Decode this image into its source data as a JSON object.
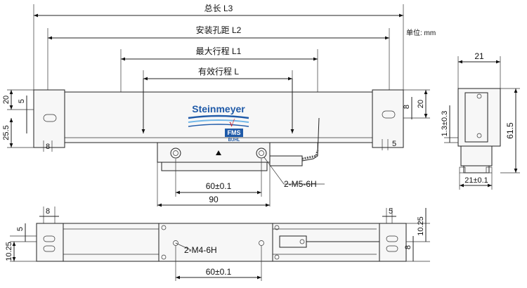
{
  "unit_label": "单位: mm",
  "top_view": {
    "dims": {
      "total_length": "总长 L3",
      "mount_hole_distance": "安装孔距 L2",
      "max_travel": "最大行程 L1",
      "effective_travel": "有效行程 L",
      "left_20": "20",
      "left_5": "5",
      "left_25_5": "25.5",
      "left_8": "8",
      "right_8": "8",
      "right_20": "20",
      "right_5": "5",
      "reader_60": "60±0.1",
      "reader_90": "90",
      "thread": "2-M5-6H"
    },
    "logo": {
      "brand": "Steinmeyer",
      "check": "√",
      "sub": "FMS",
      "tag": "BUHL"
    },
    "colors": {
      "brand_blue": "#1f5aa8",
      "brand_light": "#6fb6e8"
    }
  },
  "side_view": {
    "dims": {
      "width_21": "21",
      "height_1_3": "1.3±0.3",
      "height_61_5": "61.5",
      "base_21": "21±0.1"
    }
  },
  "bottom_view": {
    "dims": {
      "left_8": "8",
      "left_5": "5",
      "left_10_25": "10.25",
      "right_5": "5",
      "right_10_25": "10.25",
      "right_8": "8",
      "thread": "2-M4-6H",
      "pitch_60": "60±0.1"
    }
  }
}
